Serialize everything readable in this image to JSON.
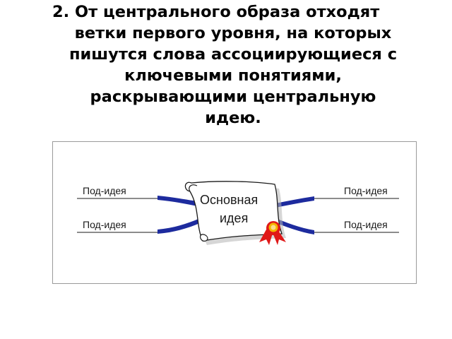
{
  "heading": {
    "lines": [
      "2. От центрального образа отходят",
      "ветки первого уровня, на которых",
      "пишутся слова ассоциирующиеся с",
      "ключевыми понятиями,",
      "раскрывающими центральную",
      "идею."
    ]
  },
  "diagram": {
    "center": {
      "line1": "Основная",
      "line2": "идея"
    },
    "branches": [
      {
        "label": "Под-идея"
      },
      {
        "label": "Под-идея"
      },
      {
        "label": "Под-идея"
      },
      {
        "label": "Под-идея"
      }
    ],
    "colors": {
      "branch": "#1d2b9e",
      "scroll_fill": "#ffffff",
      "scroll_shadow": "#b5b5b5",
      "seal_red": "#e01818",
      "seal_gold": "#f4b400"
    }
  }
}
